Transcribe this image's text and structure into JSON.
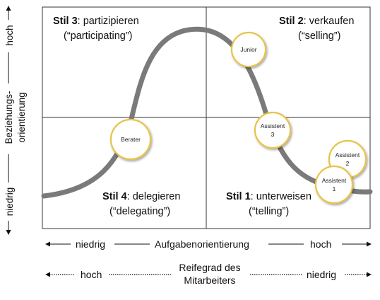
{
  "quadrants": {
    "top_left": {
      "bold": "Stil 3",
      "rest": ": partizipieren",
      "sub": "(“participating”)"
    },
    "top_right": {
      "bold": "Stil 2",
      "rest": ": verkaufen",
      "sub": "(“selling”)"
    },
    "bottom_left": {
      "bold": "Stil 4",
      "rest": ": delegieren",
      "sub": "(“delegating”)"
    },
    "bottom_right": {
      "bold": "Stil 1",
      "rest": ": unterweisen",
      "sub": "(“telling”)"
    }
  },
  "y_axis": {
    "high": "hoch",
    "low": "niedrig",
    "label_line1": "Beziehungs-",
    "label_line2": "orientierung"
  },
  "x_axis": {
    "low": "niedrig",
    "label": "Aufgabenorientierung",
    "high": "hoch"
  },
  "maturity_axis": {
    "left": "hoch",
    "label_line1": "Reifegrad des",
    "label_line2": "Mitarbeiters",
    "right": "niedrig"
  },
  "bubbles": {
    "junior": {
      "line1": "Junior"
    },
    "berater": {
      "line1": "Berater"
    },
    "assistent3": {
      "line1": "Assistent",
      "line2": "3"
    },
    "assistent2": {
      "line1": "Assistent",
      "line2": "2"
    },
    "assistent1": {
      "line1": "Assistent",
      "line2": "1"
    }
  },
  "colors": {
    "curve": "#7a7a7a",
    "bubble_border": "#e8c34a",
    "grid": "#333333"
  }
}
